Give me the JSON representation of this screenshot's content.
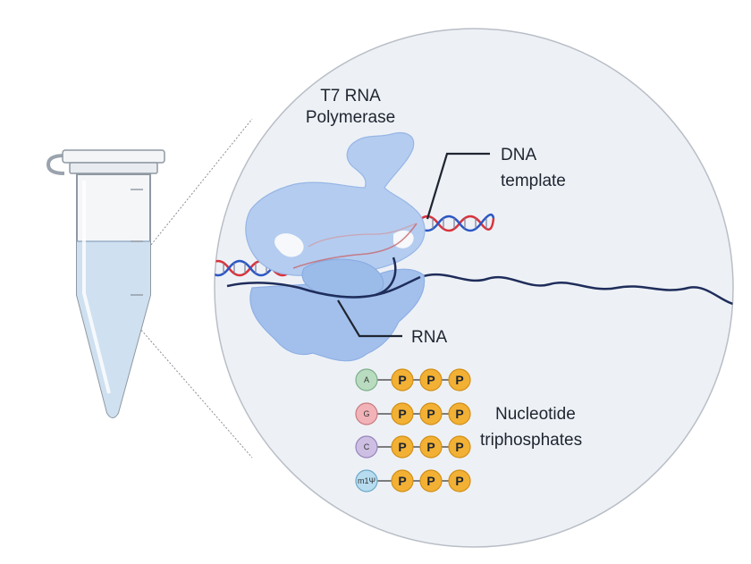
{
  "labels": {
    "polymerase_line1": "T7 RNA",
    "polymerase_line2": "Polymerase",
    "dna_line1": "DNA",
    "dna_line2": "template",
    "rna": "RNA",
    "ntp_line1": "Nucleotide",
    "ntp_line2": "triphosphates"
  },
  "nucleotides": [
    {
      "base": "A",
      "color": "#b9dcc0",
      "stroke": "#7fae8a"
    },
    {
      "base": "G",
      "color": "#f2b3b8",
      "stroke": "#c97a80"
    },
    {
      "base": "C",
      "color": "#cdbfe3",
      "stroke": "#9884bb"
    },
    {
      "base": "m1Ψ",
      "color": "#b7dcef",
      "stroke": "#6fa9c8"
    }
  ],
  "phosphate_label": "P",
  "colors": {
    "polymerase": "#a9c6ee",
    "polymerase_dark": "#8fb2e6",
    "rna": "#1f2d5a",
    "dna_red": "#d8333c",
    "dna_blue": "#2b56c4",
    "phosphate": "#f2b134",
    "tube_liquid": "#cfe0f0",
    "circle_bg": "#edf1f6"
  }
}
